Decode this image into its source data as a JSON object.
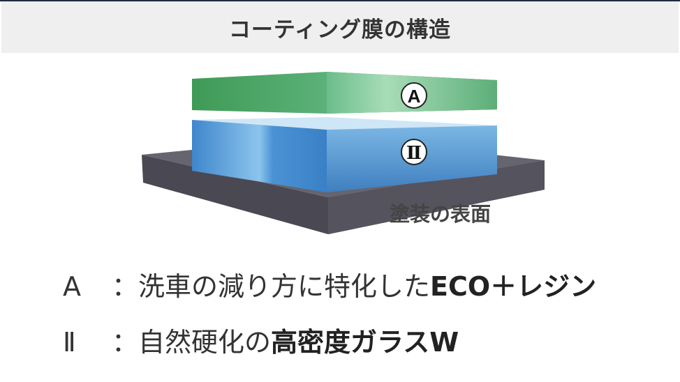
{
  "header": {
    "title": "コーティング膜の構造"
  },
  "diagram": {
    "layer_a_label": "A",
    "layer_ii_label": "Ⅱ",
    "base_label": "塗装の表面",
    "colors": {
      "green": "#3e9a55",
      "blue": "#4a90d0",
      "base": "#4a4852"
    }
  },
  "legend": [
    {
      "key": "A",
      "sep": "：",
      "text": "洗車の減り方に特化した",
      "bold": "ECO＋レジン"
    },
    {
      "key": "Ⅱ",
      "sep": "：",
      "text": "自然硬化の",
      "bold": "高密度ガラスW"
    }
  ]
}
